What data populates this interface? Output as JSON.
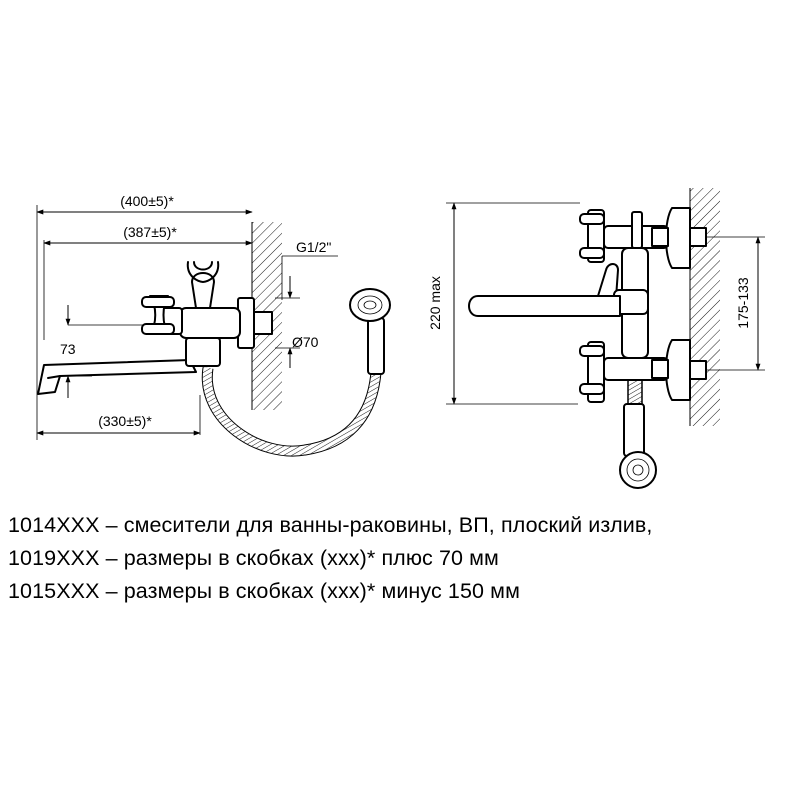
{
  "front_view": {
    "dim_overall": "(400±5)*",
    "dim_inner": "(387±5)*",
    "dim_thread": "G1/2\"",
    "dim_diameter": "Ø70",
    "dim_height": "73",
    "dim_spout": "(330±5)*"
  },
  "side_view": {
    "dim_max_height": "220 max",
    "dim_centers": "175-133"
  },
  "captions": [
    "1014XXX – смесители для ванны-раковины, ВП, плоский излив,",
    "1019XXX – размеры в скобках (xxx)* плюс 70 мм",
    "1015XXX – размеры в скобках (xxx)* минус 150 мм"
  ]
}
